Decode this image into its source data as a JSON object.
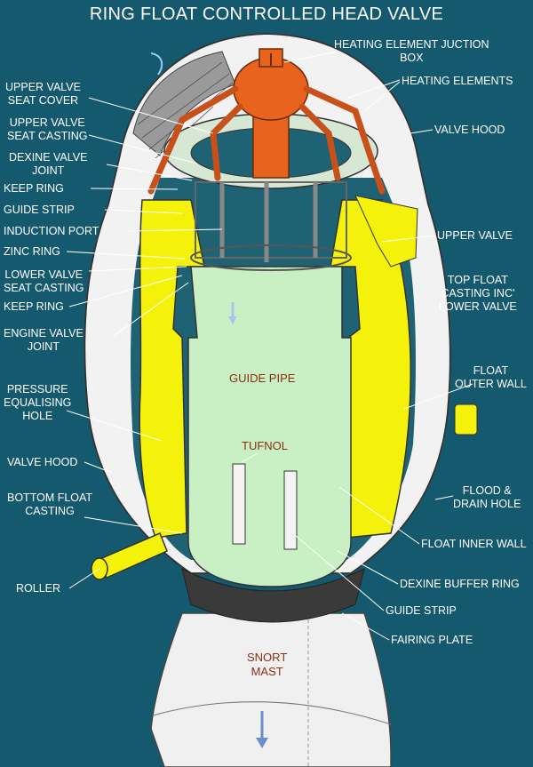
{
  "title": "RING FLOAT CONTROLLED HEAD VALVE",
  "labels": {
    "heating_junction_box": [
      "HEATING ELEMENT JUCTION",
      "BOX"
    ],
    "heating_elements": [
      "HEATING ELEMENTS"
    ],
    "upper_valve_seat_cover": [
      "UPPER VALVE",
      "SEAT COVER"
    ],
    "upper_valve_seat_casting": [
      "UPPER VALVE",
      "SEAT CASTING"
    ],
    "valve_hood_top": [
      "VALVE HOOD"
    ],
    "dexine_valve_joint": [
      "DEXINE VALVE",
      "JOINT"
    ],
    "keep_ring_top": [
      "KEEP RING"
    ],
    "guide_strip_top": [
      "GUIDE STRIP"
    ],
    "induction_port": [
      "INDUCTION PORT"
    ],
    "upper_valve": [
      "UPPER VALVE"
    ],
    "zinc_ring": [
      "ZINC RING"
    ],
    "lower_valve_seat_casting": [
      "LOWER VALVE",
      "SEAT CASTING"
    ],
    "top_float_casting": [
      "TOP FLOAT",
      "CASTING INC'",
      "LOWER VALVE"
    ],
    "keep_ring_mid": [
      "KEEP RING"
    ],
    "engine_valve_joint": [
      "ENGINE VALVE",
      "JOINT"
    ],
    "float_outer_wall": [
      "FLOAT",
      "OUTER WALL"
    ],
    "pressure_equalising_hole": [
      "PRESSURE",
      "EQUALISING",
      "HOLE"
    ],
    "valve_hood_bottom": [
      "VALVE HOOD"
    ],
    "bottom_float_casting": [
      "BOTTOM FLOAT",
      "CASTING"
    ],
    "flood_drain_hole": [
      "FLOOD &",
      "DRAIN HOLE"
    ],
    "float_inner_wall": [
      "FLOAT INNER WALL"
    ],
    "roller": [
      "ROLLER"
    ],
    "dexine_buffer_ring": [
      "DEXINE BUFFER RING"
    ],
    "guide_strip_bottom": [
      "GUIDE STRIP"
    ],
    "fairing_plate": [
      "FAIRING PLATE"
    ],
    "guide_pipe": [
      "GUIDE PIPE"
    ],
    "tufnol": [
      "TUFNOL"
    ],
    "snort_mast": [
      "SNORT",
      "MAST"
    ]
  },
  "colors": {
    "background": "#15596e",
    "float_yellow": "#f4f20a",
    "guide_pipe_green": "#c8f0c4",
    "junction_box_orange": "#e8641e",
    "hood_white": "#f2f2f2",
    "inner_text": "#8b2e12"
  }
}
